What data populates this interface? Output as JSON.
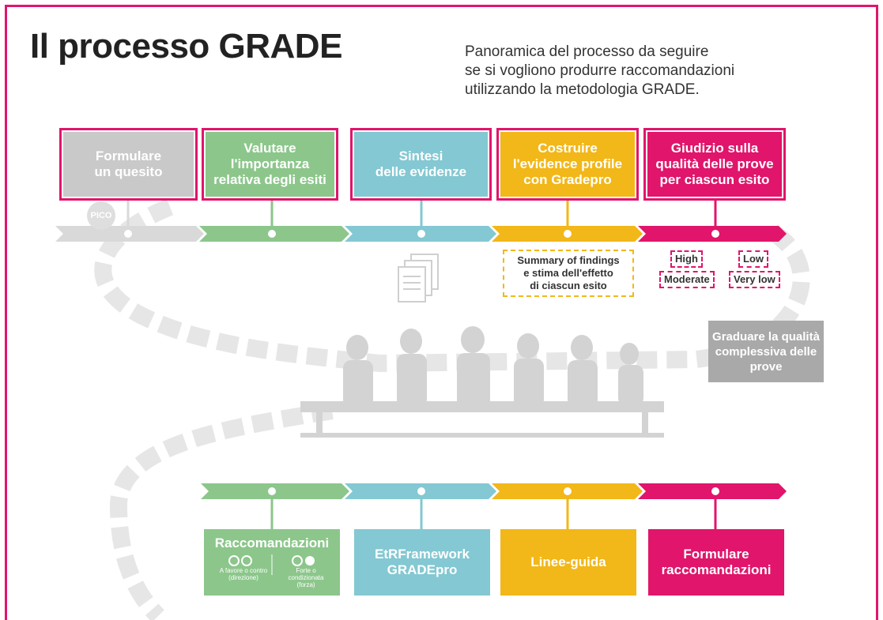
{
  "title": "Il processo GRADE",
  "subtitle_lines": [
    "Panoramica del processo da seguire",
    "se si vogliono produrre raccomandazioni",
    "utilizzando la metodologia GRADE."
  ],
  "top_steps": [
    {
      "lines": [
        "Formulare",
        "un quesito"
      ],
      "color": "#c9c9c9"
    },
    {
      "lines": [
        "Valutare",
        "l'importanza",
        "relativa degli esiti"
      ],
      "color": "#8cc68b"
    },
    {
      "lines": [
        "Sintesi",
        "delle evidenze"
      ],
      "color": "#83c8d2"
    },
    {
      "lines": [
        "Costruire",
        "l'evidence profile",
        "con Gradepro"
      ],
      "color": "#f2b718"
    },
    {
      "lines": [
        "Giudizio sulla",
        "qualità delle prove",
        "per ciascun esito"
      ],
      "color": "#e0156b"
    }
  ],
  "pico_label": "PICO",
  "summary_lines": [
    "Summary of findings",
    "e stima dell'effetto",
    "di ciascun esito"
  ],
  "quality_levels": {
    "high": "High",
    "low": "Low",
    "moderate": "Moderate",
    "very_low": "Very low"
  },
  "graduare_lines": [
    "Graduare la qualità",
    "complessiva delle",
    "prove"
  ],
  "bottom_steps": [
    {
      "lines": [
        "Raccomandazioni"
      ],
      "color": "#8cc68b"
    },
    {
      "lines": [
        "EtRFramework",
        "GRADEpro"
      ],
      "color": "#83c8d2"
    },
    {
      "lines": [
        "Linee-guida"
      ],
      "color": "#f2b718"
    },
    {
      "lines": [
        "Formulare",
        "raccomandazioni"
      ],
      "color": "#e0156b"
    }
  ],
  "raccomandazioni_sub": {
    "left": "A favore o contro (direzione)",
    "right": "Forte o condizionata (forza)"
  }
}
